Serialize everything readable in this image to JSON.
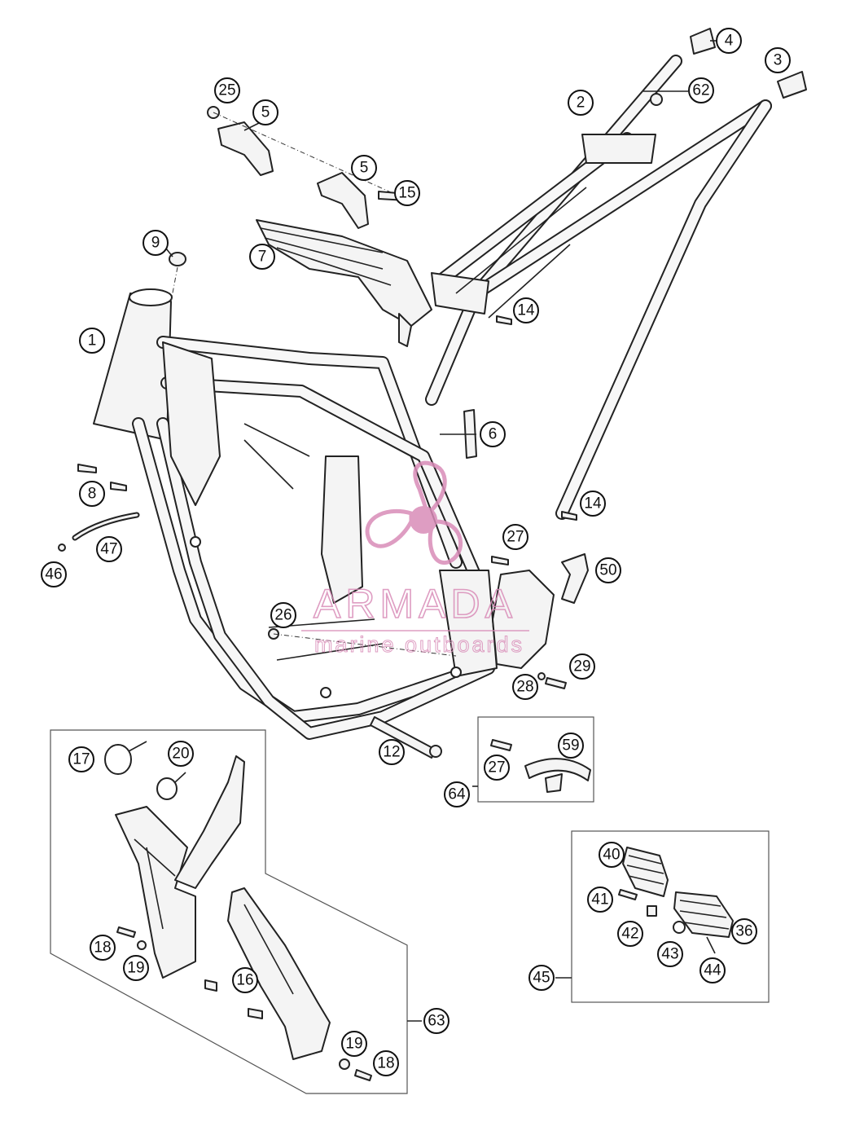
{
  "callouts": {
    "c1": "1",
    "c2": "2",
    "c3": "3",
    "c4": "4",
    "c5a": "5",
    "c5b": "5",
    "c6": "6",
    "c7": "7",
    "c8": "8",
    "c9": "9",
    "c12": "12",
    "c14a": "14",
    "c14b": "14",
    "c15": "15",
    "c16": "16",
    "c17": "17",
    "c18a": "18",
    "c18b": "18",
    "c19a": "19",
    "c19b": "19",
    "c20": "20",
    "c25": "25",
    "c26": "26",
    "c27a": "27",
    "c27b": "27",
    "c28": "28",
    "c29": "29",
    "c36": "36",
    "c40": "40",
    "c41": "41",
    "c42": "42",
    "c43": "43",
    "c44": "44",
    "c45": "45",
    "c46": "46",
    "c47": "47",
    "c50": "50",
    "c59": "59",
    "c62": "62",
    "c63": "63",
    "c64": "64"
  },
  "watermark": {
    "brand": "ARMADA",
    "tagline": "marine outboards",
    "color": "#d98cb8"
  },
  "colors": {
    "line": "#222222",
    "fill": "#f4f4f4"
  }
}
